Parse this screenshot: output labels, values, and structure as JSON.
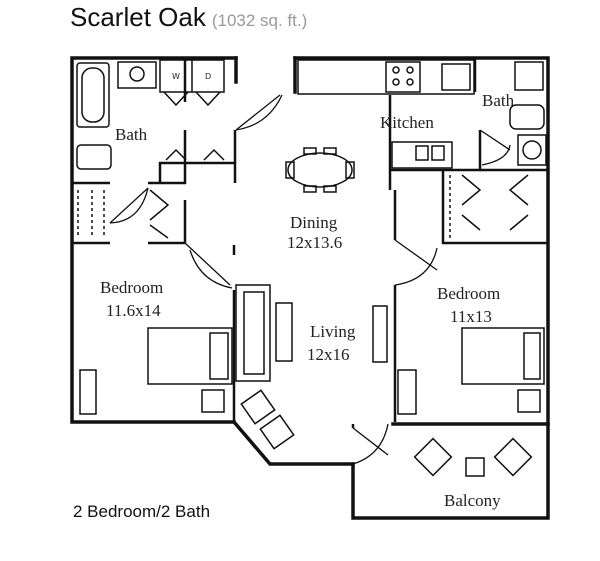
{
  "header": {
    "title": "Scarlet Oak",
    "sqft": "(1032 sq. ft.)"
  },
  "footer": {
    "summary": "2 Bedroom/2 Bath"
  },
  "rooms": {
    "bath_left": "Bath",
    "kitchen": "Kitchen",
    "bath_right": "Bath",
    "dining_name": "Dining",
    "dining_size": "12x13.6",
    "bedroom_left_name": "Bedroom",
    "bedroom_left_size": "11.6x14",
    "living_name": "Living",
    "living_size": "12x16",
    "bedroom_right_name": "Bedroom",
    "bedroom_right_size": "11x13",
    "balcony": "Balcony"
  },
  "appliances": {
    "washer": "W",
    "dryer": "D"
  }
}
